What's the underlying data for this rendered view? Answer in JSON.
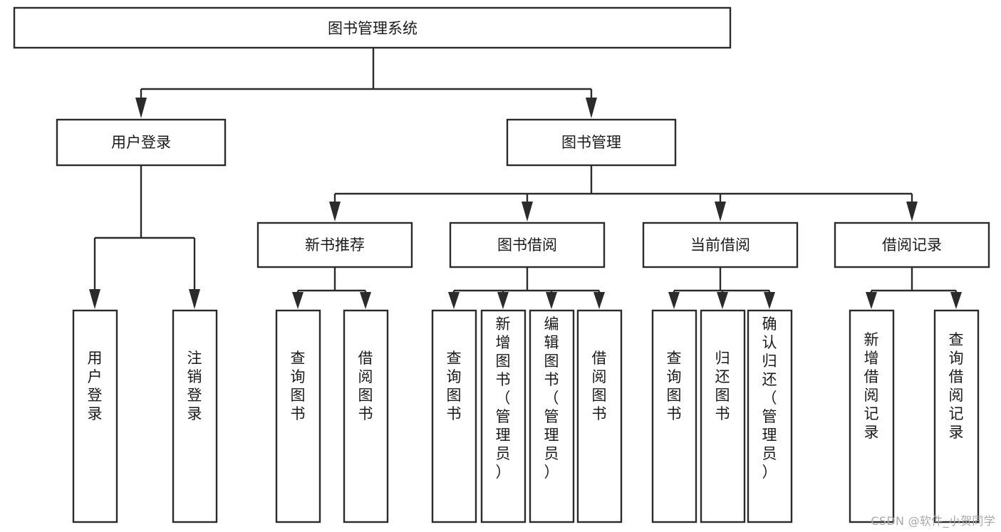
{
  "diagram": {
    "type": "tree-flowchart",
    "title": "图书管理系统",
    "colors": {
      "box_stroke": "#2b2b2b",
      "box_fill": "#ffffff",
      "connector": "#2b2b2b",
      "text": "#1a1a1a",
      "background": "#ffffff",
      "watermark": "#a8a8a8"
    },
    "nodes": {
      "root": {
        "label": "图书管理系统"
      },
      "level2": [
        {
          "id": "user-login",
          "label": "用户登录"
        },
        {
          "id": "book-management",
          "label": "图书管理"
        }
      ],
      "level3": [
        {
          "id": "new-book-recommend",
          "label": "新书推荐"
        },
        {
          "id": "book-borrow",
          "label": "图书借阅"
        },
        {
          "id": "current-borrow",
          "label": "当前借阅"
        },
        {
          "id": "borrow-record",
          "label": "借阅记录"
        }
      ],
      "leaves": {
        "user_login": [
          {
            "id": "leaf-user-login",
            "label": "用户登录"
          },
          {
            "id": "leaf-logout-login",
            "label": "注销登录"
          }
        ],
        "new_book_recommend": [
          {
            "id": "leaf-query-book-1",
            "label": "查询图书"
          },
          {
            "id": "leaf-borrow-book-1",
            "label": "借阅图书"
          }
        ],
        "book_borrow": [
          {
            "id": "leaf-query-book-2",
            "label": "查询图书"
          },
          {
            "id": "leaf-add-book",
            "label": "新增图书（管理员）"
          },
          {
            "id": "leaf-edit-book",
            "label": "编辑图书（管理员）"
          },
          {
            "id": "leaf-borrow-book-2",
            "label": "借阅图书"
          }
        ],
        "current_borrow": [
          {
            "id": "leaf-query-book-3",
            "label": "查询图书"
          },
          {
            "id": "leaf-return-book",
            "label": "归还图书"
          },
          {
            "id": "leaf-confirm-return",
            "label": "确认归还（管理员）"
          }
        ],
        "borrow_record": [
          {
            "id": "leaf-add-borrow-record",
            "label": "新增借阅记录"
          },
          {
            "id": "leaf-query-borrow-record",
            "label": "查询借阅记录"
          }
        ]
      }
    },
    "watermark": "CSDN @软件_小贺同学"
  }
}
